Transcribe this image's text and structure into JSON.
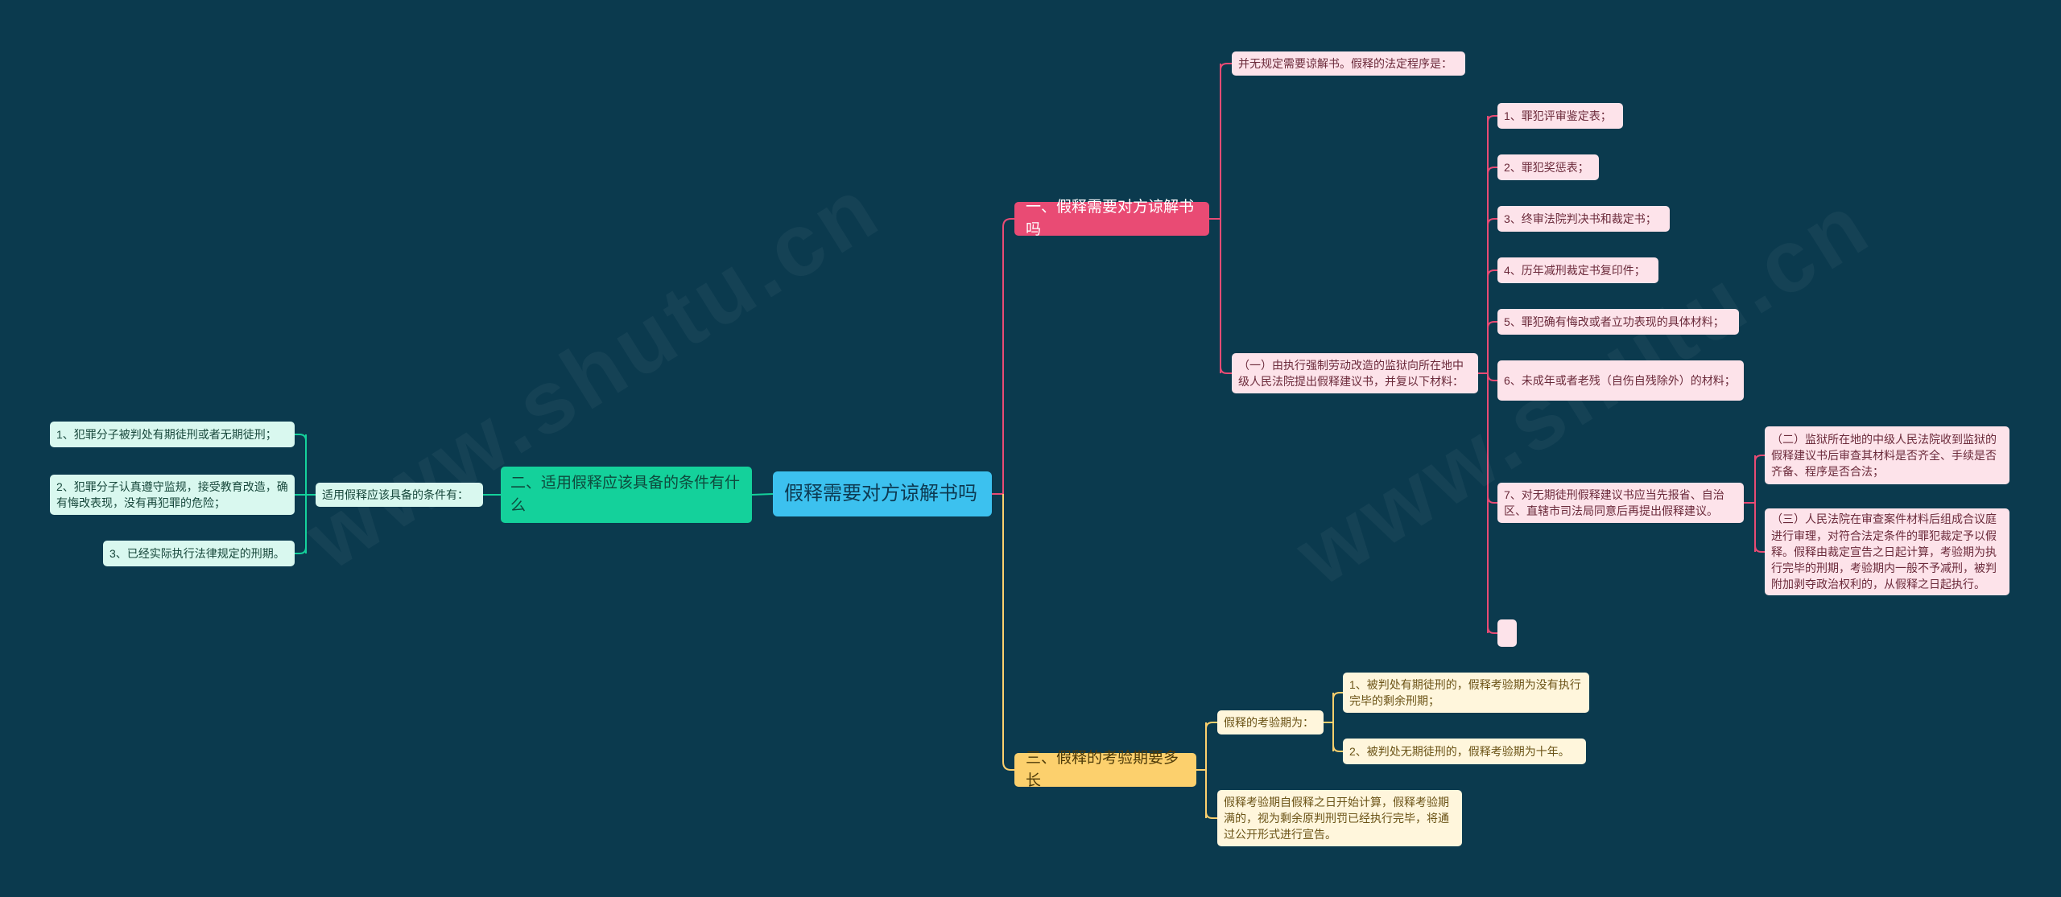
{
  "root": {
    "label": "假释需要对方谅解书吗"
  },
  "branch1": {
    "label": "一、假释需要对方谅解书吗",
    "intro": "并无规定需要谅解书。假释的法定程序是：",
    "step1": "（一）由执行强制劳动改造的监狱向所在地中级人民法院提出假释建议书，并复以下材料：",
    "materials": [
      "1、罪犯评审鉴定表；",
      "2、罪犯奖惩表；",
      "3、终审法院判决书和裁定书；",
      "4、历年减刑裁定书复印件；",
      "5、罪犯确有悔改或者立功表现的具体材料；",
      "6、未成年或者老残（自伤自残除外）的材料；",
      "7、对无期徒刑假释建议书应当先报省、自治区、直辖市司法局同意后再提出假释建议。",
      ""
    ],
    "step2": "（二）监狱所在地的中级人民法院收到监狱的假释建议书后审查其材料是否齐全、手续是否齐备、程序是否合法；",
    "step3": "（三）人民法院在审查案件材料后组成合议庭进行审理，对符合法定条件的罪犯裁定予以假释。假释由裁定宣告之日起计算，考验期为执行完毕的刑期，考验期内一般不予减刑，被判附加剥夺政治权利的，从假释之日起执行。"
  },
  "branch2": {
    "label": "二、适用假释应该具备的条件有什么",
    "sub": "适用假释应该具备的条件有：",
    "conditions": [
      "1、犯罪分子被判处有期徒刑或者无期徒刑；",
      "2、犯罪分子认真遵守监规，接受教育改造，确有悔改表现，没有再犯罪的危险；",
      "3、已经实际执行法律规定的刑期。"
    ]
  },
  "branch3": {
    "label": "三、假释的考验期要多长",
    "sub": "假释的考验期为：",
    "periods": [
      "1、被判处有期徒刑的，假释考验期为没有执行完毕的剩余刑期；",
      "2、被判处无期徒刑的，假释考验期为十年。"
    ],
    "note": "假释考验期自假释之日开始计算，假释考验期满的，视为剩余原判刑罚已经执行完毕，将通过公开形式进行宣告。"
  },
  "colors": {
    "background": "#0b3a4e",
    "root": "#3cc1ef",
    "branch1": "#e94b74",
    "branch2": "#14d19b",
    "branch3": "#fcd06d"
  }
}
